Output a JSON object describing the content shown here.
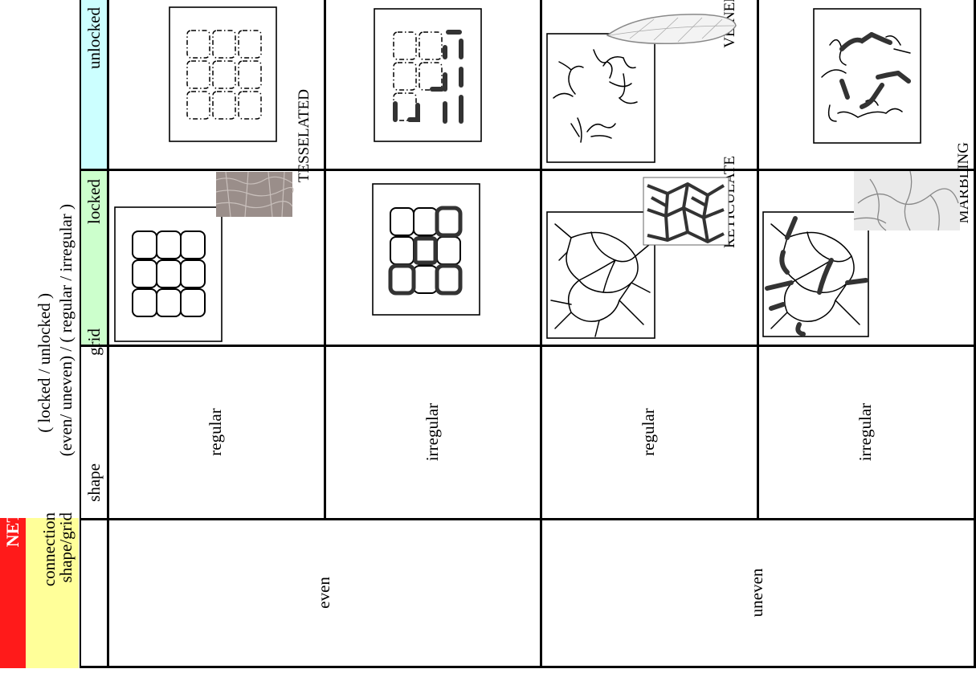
{
  "legend": {
    "net": "NET",
    "connection": "connection",
    "shape_grid": "shape/grid",
    "connection_values": "( locked / unlocked )",
    "shape_grid_values": "(even/ uneven) / ( regular / irregular )"
  },
  "row_labels": {
    "unlocked": "unlocked",
    "locked": "locked",
    "grid": "grid",
    "shape": "shape"
  },
  "grid_values": [
    "regular",
    "irregular",
    "regular",
    "irregular"
  ],
  "shape_values": [
    "even",
    "uneven"
  ],
  "pattern_names": {
    "tesselated": "TESSELATED",
    "veined": "VEINED",
    "reticulate": "RETICULATE",
    "marbling": "MARBLING"
  },
  "colors": {
    "net_red": "#ff1a1a",
    "connection_yellow": "#ffff99",
    "unlocked_cyan": "#ccffff",
    "locked_green": "#ccffcc"
  }
}
